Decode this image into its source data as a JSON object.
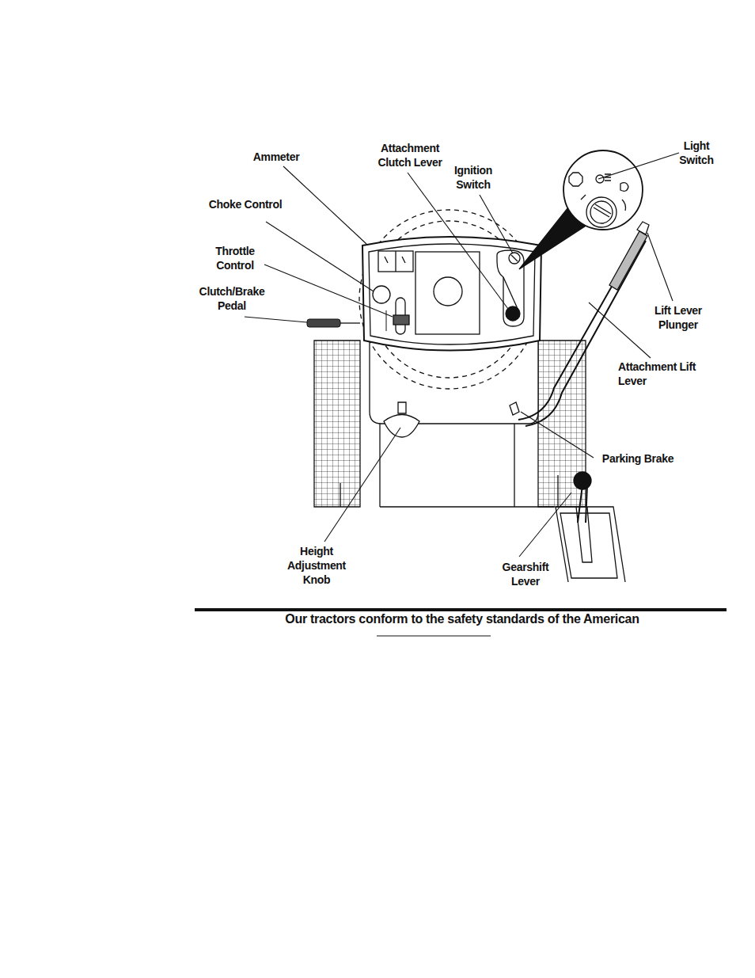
{
  "diagram": {
    "labels": [
      "Ammeter",
      "Attachment Clutch Lever",
      "Ignition Switch",
      "Light Switch",
      "Choke Control",
      "Throttle Control",
      "Clutch/Brake Pedal",
      "Lift Lever Plunger",
      "Attachment Lift Lever",
      "Parking Brake",
      "Height Adjustment Knob",
      "Gearshift Lever",
      "Our tractors conform to the safety standards of the American"
    ]
  }
}
